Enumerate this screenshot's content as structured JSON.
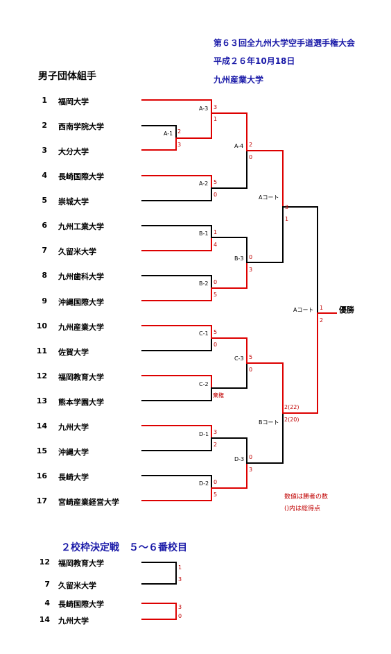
{
  "header": {
    "title": "第６３回全九州大学空手道選手権大会",
    "date": "平成２６年10月18日",
    "venue": "九州産業大学"
  },
  "section_title": "男子団体組手",
  "teams": [
    {
      "seed": "1",
      "name": "福岡大学"
    },
    {
      "seed": "2",
      "name": "西南学院大学"
    },
    {
      "seed": "3",
      "name": "大分大学"
    },
    {
      "seed": "4",
      "name": "長崎国際大学"
    },
    {
      "seed": "5",
      "name": "崇城大学"
    },
    {
      "seed": "6",
      "name": "九州工業大学"
    },
    {
      "seed": "7",
      "name": "久留米大学"
    },
    {
      "seed": "8",
      "name": "九州歯科大学"
    },
    {
      "seed": "9",
      "name": "沖縄国際大学"
    },
    {
      "seed": "10",
      "name": "九州産業大学"
    },
    {
      "seed": "11",
      "name": "佐賀大学"
    },
    {
      "seed": "12",
      "name": "福岡教育大学"
    },
    {
      "seed": "13",
      "name": "熊本学園大学"
    },
    {
      "seed": "14",
      "name": "九州大学"
    },
    {
      "seed": "15",
      "name": "沖縄大学"
    },
    {
      "seed": "16",
      "name": "長崎大学"
    },
    {
      "seed": "17",
      "name": "宮崎産業経営大学"
    }
  ],
  "match_labels": {
    "A1": "A-1",
    "A2": "A-2",
    "A3": "A-3",
    "A4": "A-4",
    "B1": "B-1",
    "B2": "B-2",
    "B3": "B-3",
    "C1": "C-1",
    "C2": "C-2",
    "C3": "C-3",
    "D1": "D-1",
    "D2": "D-2",
    "D3": "D-3",
    "a_court": "Aコート",
    "b_court": "Bコート",
    "final_court": "Aコート"
  },
  "scores": {
    "a1_top": "2",
    "a1_bot": "3",
    "a3_top": "3",
    "a3_bot": "1",
    "a2_top": "5",
    "a2_bot": "0",
    "a4_top": "2",
    "a4_bot": "0",
    "b1_top": "1",
    "b1_bot": "4",
    "b2_top": "0",
    "b2_bot": "5",
    "b3_top": "0",
    "b3_bot": "3",
    "acourt_top": "3",
    "acourt_bot": "1",
    "c1_top": "5",
    "c1_bot": "0",
    "c2_forfeit": "棄権",
    "c3_top": "5",
    "c3_bot": "0",
    "d1_top": "3",
    "d1_bot": "2",
    "d2_top": "0",
    "d2_bot": "5",
    "d3_top": "0",
    "d3_bot": "3",
    "bcourt_top": "2(22)",
    "bcourt_bot": "2(20)",
    "final_top": "1",
    "final_bot": "2"
  },
  "champion_label": "優勝",
  "notes": {
    "line1": "数値は勝者の数",
    "line2": "()内は総得点"
  },
  "playoff": {
    "title": "２校枠決定戦　５～６番校目",
    "teams": [
      {
        "seed": "12",
        "name": "福岡教育大学"
      },
      {
        "seed": "7",
        "name": "久留米大学"
      },
      {
        "seed": "4",
        "name": "長崎国際大学"
      },
      {
        "seed": "14",
        "name": "九州大学"
      }
    ],
    "scores": {
      "m1_top": "1",
      "m1_bot": "3",
      "m2_top": "3",
      "m2_bot": "0"
    }
  }
}
